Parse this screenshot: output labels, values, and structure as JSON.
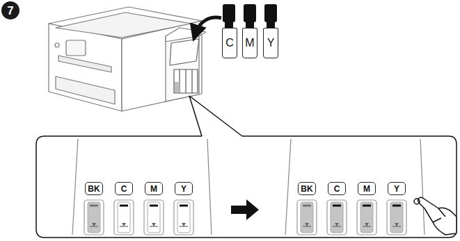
{
  "diagram": {
    "nodes": [
      {
        "text": [
          "7"
        ]
      },
      {
        "text": [
          "C"
        ]
      },
      {
        "text": [
          "M"
        ]
      },
      {
        "text": [
          "Y"
        ]
      },
      {
        "text": [
          "BK"
        ]
      },
      {
        "text": [
          "C"
        ]
      },
      {
        "text": [
          "M"
        ]
      },
      {
        "text": [
          "Y"
        ]
      },
      {
        "text": [
          "BK"
        ]
      },
      {
        "text": [
          "C"
        ]
      },
      {
        "text": [
          "M"
        ]
      },
      {
        "text": [
          "Y"
        ]
      }
    ]
  }
}
